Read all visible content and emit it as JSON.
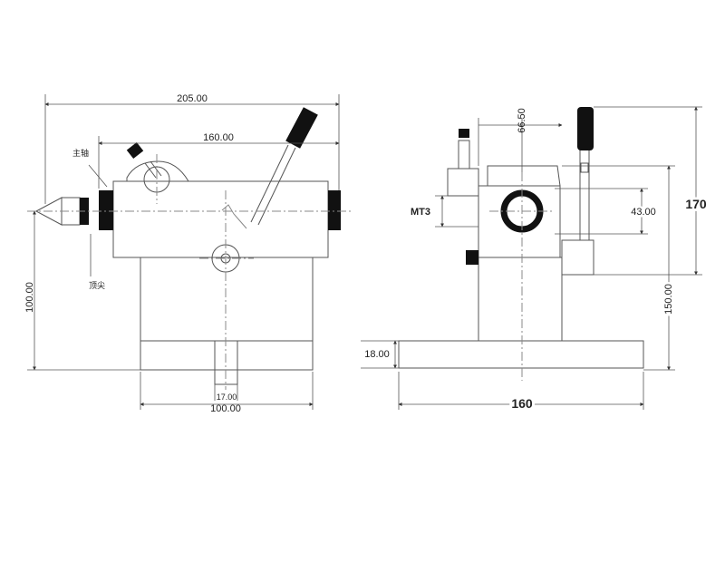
{
  "drawing": {
    "front_view": {
      "overall_width": "205.00",
      "center_spacing": "160.00",
      "center_height": "100.00",
      "slot_width": "17.00",
      "base_width": "100.00",
      "label_spindle": "主轴",
      "label_center": "顶尖"
    },
    "side_view": {
      "offset": "66.50",
      "total_height": "170",
      "taper": "MT3",
      "bore_height": "43.00",
      "axis_height": "150.00",
      "base_thickness": "18.00",
      "base_length": "160"
    }
  }
}
